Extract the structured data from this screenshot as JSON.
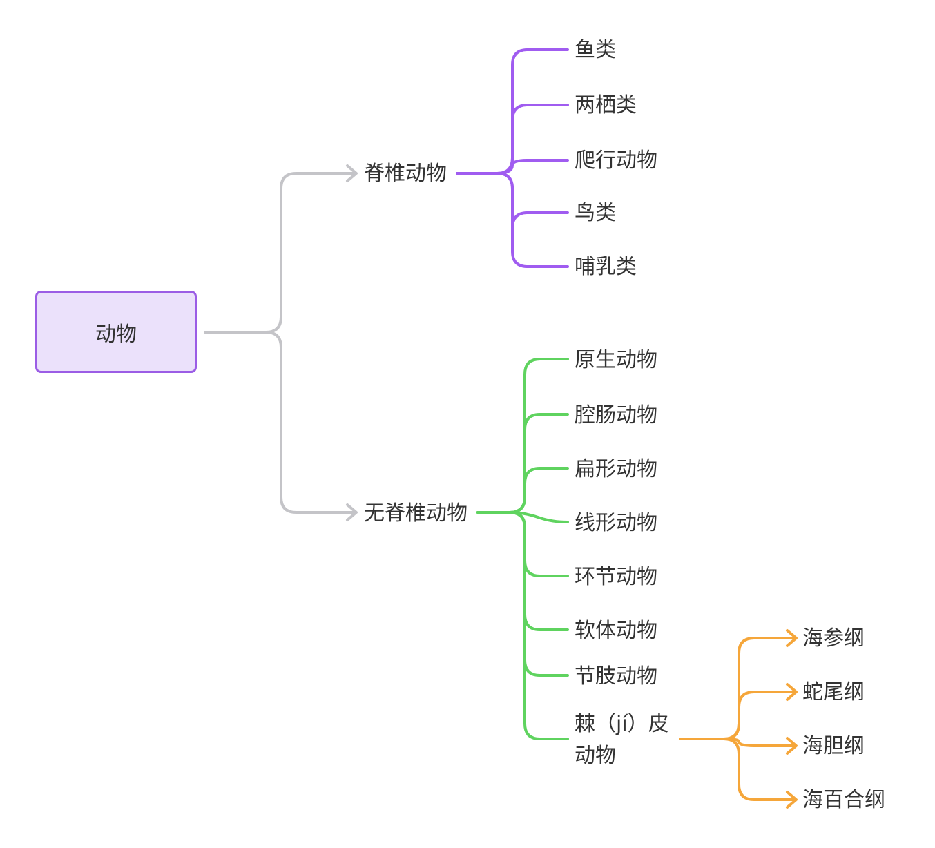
{
  "root": {
    "label": "动物"
  },
  "branches": [
    {
      "label": "脊椎动物",
      "color": "#a05cf0",
      "children": [
        "鱼类",
        "两栖类",
        "爬行动物",
        "鸟类",
        "哺乳类"
      ]
    },
    {
      "label": "无脊椎动物",
      "color": "#5fd35f",
      "children": [
        "原生动物",
        "腔肠动物",
        "扁形动物",
        "线形动物",
        "环节动物",
        "软体动物",
        "节肢动物",
        "棘（jí）皮动物"
      ]
    }
  ],
  "echinoderm_children": {
    "color": "#f5a63a",
    "items": [
      "海参纲",
      "蛇尾纲",
      "海胆纲",
      "海百合纲"
    ]
  },
  "connector_color": "#c4c4c8"
}
